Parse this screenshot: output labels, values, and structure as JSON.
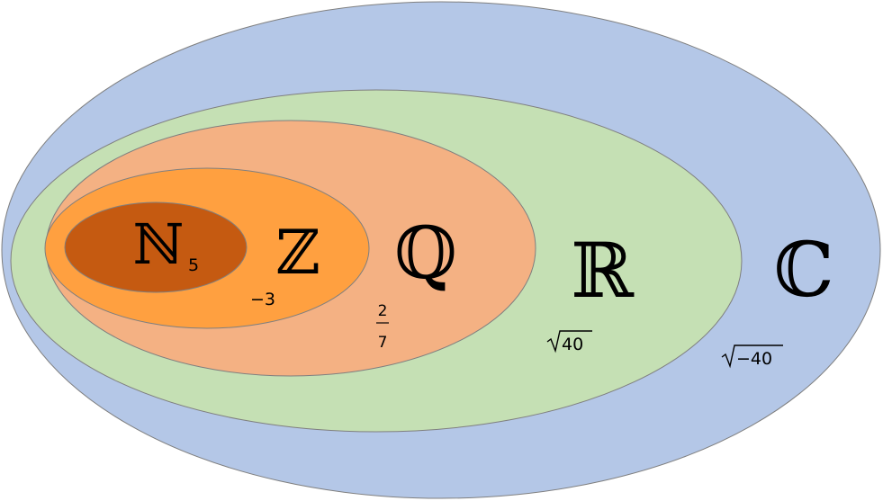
{
  "sets": {
    "complex": {
      "symbol": "ℂ",
      "example": "−40",
      "fill": "#b4c7e7"
    },
    "real": {
      "symbol": "ℝ",
      "example": "40",
      "fill": "#c5e0b4"
    },
    "rational": {
      "symbol": "ℚ",
      "example_numerator": "2",
      "example_denominator": "7",
      "fill": "#f4b183"
    },
    "integer": {
      "symbol": "ℤ",
      "example": "−3",
      "fill": "#ffa040"
    },
    "natural": {
      "symbol": "ℕ",
      "example": "5",
      "fill": "#c55a11"
    }
  },
  "colors": {
    "outline": "#7f7f7f",
    "text": "#000000"
  }
}
